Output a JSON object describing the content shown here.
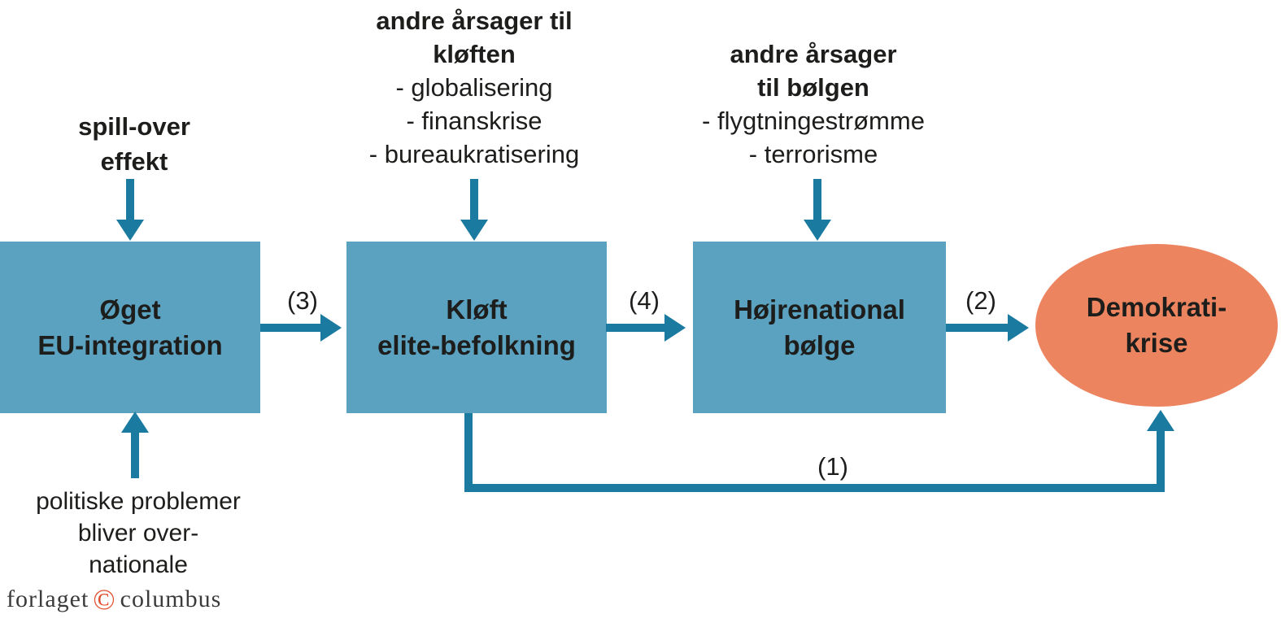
{
  "colors": {
    "box_fill": "#5ba1c0",
    "arrow": "#1a7aa0",
    "ellipse_fill": "#ed8460",
    "text": "#1d1d1b",
    "logo_text": "#3b3b3b",
    "logo_mark": "#e2502f"
  },
  "annotations": {
    "spill_over": {
      "lines": [
        "spill-over",
        "effekt"
      ]
    },
    "causes_cleft": {
      "title_lines": [
        "andre årsager til",
        "kløften"
      ],
      "items": [
        "- globalisering",
        "- finanskrise",
        "- bureaukratisering"
      ]
    },
    "causes_wave": {
      "title_lines": [
        "andre årsager",
        "til bølgen"
      ],
      "items": [
        "- flygtningestrømme",
        "- terrorisme"
      ]
    },
    "overnational": {
      "lines": [
        "politiske problemer",
        "bliver over-",
        "nationale"
      ]
    }
  },
  "nodes": {
    "eu_integration": {
      "lines": [
        "Øget",
        "EU-integration"
      ]
    },
    "cleft": {
      "lines": [
        "Kløft",
        "elite-befolkning"
      ]
    },
    "wave": {
      "lines": [
        "Højrenational",
        "bølge"
      ]
    },
    "democracy_crisis": {
      "lines": [
        "Demokrati-",
        "krise"
      ]
    }
  },
  "edge_labels": {
    "e1": "(1)",
    "e2": "(2)",
    "e3": "(3)",
    "e4": "(4)"
  },
  "footer": {
    "publisher_pre": "forlaget",
    "copyright": "©",
    "publisher_post": "columbus"
  }
}
